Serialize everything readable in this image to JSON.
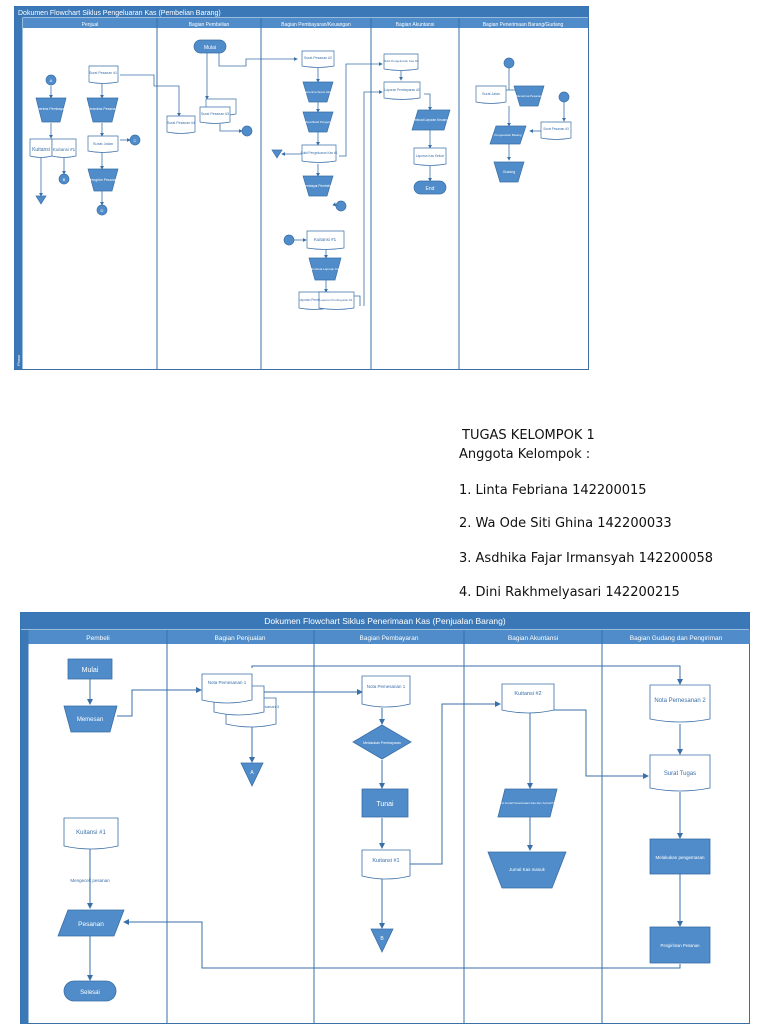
{
  "diagram1": {
    "title": "Dokumen Flowchart Siklus Pengeluaran Kas (Pembelian Barang)",
    "lanes": [
      "Penjual",
      "Bagian Pembelian",
      "Bagian Pembayaran/Keuangan",
      "Bagian Akuntansi",
      "Bagian Penerimaan Barang/Gudang"
    ],
    "side_label": "Phase",
    "nodes": {
      "mulai": "Mulai",
      "surat_pesanan_1": "Surat Pesanan #1",
      "surat_pesanan_2": "Surat Pesanan #2",
      "surat_pesanan_3": "Surat Pesanan #3",
      "surat_pesanan_4": "Surat Pesanan #4",
      "menerima_pembayaran": "Menerima Pembayaran",
      "menerima_pesanan": "Menerima Pesanan",
      "kuitansi": "Kuitansi",
      "kuitansi_1": "Kuitansi #1",
      "surat_jalan": "Surat Jalan",
      "mengirim_pesanan": "Mengirim Pesanan",
      "buat_surat_jalan": "Menerima Surat Jalan",
      "membuat_bukti": "Membuat Bukti Pengeluaran",
      "bukti_pengeluaran": "Bukti Pengeluaran Kas #1",
      "membayar": "Membayar Pembelian",
      "kuitansi_mid": "Kuitansi #1",
      "membuat_laporan_kas": "Membuat Laporan Kas",
      "laporan_pembayaran": "Laporan Pembayaran",
      "laporan_pembayaran_1": "Laporan Pembayaran #1",
      "bukti_pengeluaran_2": "Bukti Pengeluaran Kas #2",
      "laporan_pembayaran_2": "Laporan Pembayaran #2",
      "membuat_laporan": "Membuat Laporan Keuangan",
      "laporan_kas_keluar": "Laporan Kas Keluar",
      "end": "End",
      "surat_jalan_g": "Surat Jalan",
      "menerima_barang": "Menerima Pesanan",
      "surat_pesanan_g": "Surat Pesanan #3",
      "pengecekan": "Pengecekan Barang",
      "gudang": "Gudang",
      "a": "A",
      "b": "B",
      "c": "C",
      "d": "D"
    }
  },
  "group": {
    "title": "TUGAS KELOMPOK 1",
    "subtitle": "Anggota Kelompok :",
    "members": [
      "1. Linta Febriana 142200015",
      "2. Wa Ode Siti Ghina 142200033",
      "3. Asdhika Fajar Irmansyah 142200058",
      "4. Dini Rakhmelyasari 142200215"
    ]
  },
  "diagram2": {
    "title": "Dokumen Flowchart Siklus Penerimaan Kas (Penjualan Barang)",
    "lanes": [
      "Pembeli",
      "Bagian Penjualan",
      "Bagian Pembayaran",
      "Bagian Akuntansi",
      "Bagian Gudang dan Pengiriman"
    ],
    "nodes": {
      "mulai": "Mulai",
      "memesan": "Memesan",
      "nota1": "Nota Pemesanan 1",
      "nota2": "2",
      "nota3": "Nota Pemesanan 3",
      "nota_bayar": "Nota Pemesanan 1",
      "melakukan_pembayaran": "Melakukan Pembayaran",
      "tunai": "Tunai",
      "kuitansi_1_pay": "Kuitansi #1",
      "kuitansi_2": "Kuitansi #2",
      "membuat_jurnal": "Membuat Jurnal Penerimaan Kas dan Jurnal Penjualan",
      "jurnal_kas": "Jurnal Kas masuk",
      "nota_pemesanan_2": "Nota Pemesanan 2",
      "surat_tugas": "Surat Tugas",
      "melakukan_pengemasan": "Melakukan pengemasan",
      "pengiriman_pesanan": "Pengiriman Pesanan",
      "kuitansi_1_buyer": "Kuitansi #1",
      "mengecek": "Mengecek pesanan",
      "pesanan": "Pesanan",
      "selesai": "Selesai",
      "a": "A",
      "b": "B"
    }
  }
}
